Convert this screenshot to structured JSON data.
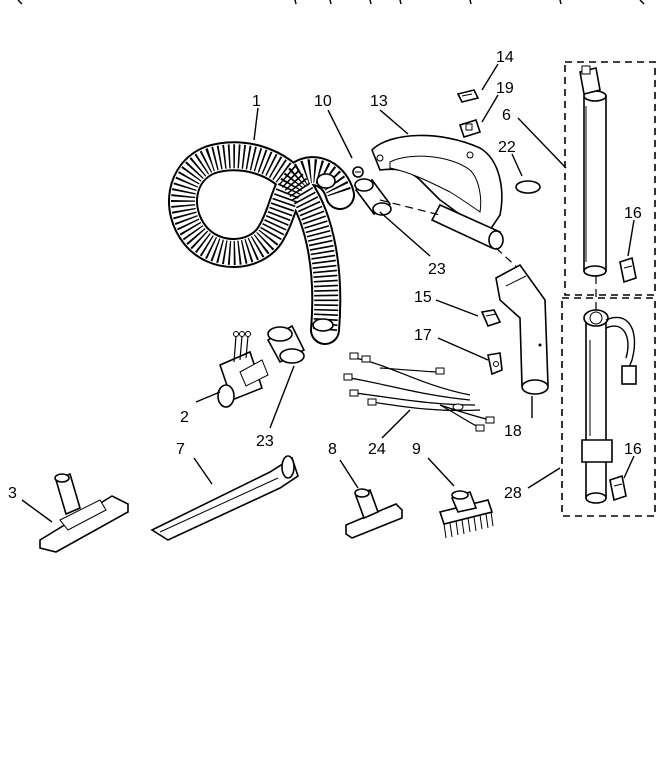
{
  "figure": {
    "labels": {
      "p1": "1",
      "p2": "2",
      "p3": "3",
      "p6": "6",
      "p7": "7",
      "p8": "8",
      "p9": "9",
      "p10": "10",
      "p13": "13",
      "p14": "14",
      "p15": "15",
      "p16a": "16",
      "p16b": "16",
      "p17": "17",
      "p18": "18",
      "p19": "19",
      "p22": "22",
      "p23a": "23",
      "p23b": "23",
      "p24": "24",
      "p28": "28"
    },
    "line_color": "#000000",
    "background": "#ffffff"
  }
}
